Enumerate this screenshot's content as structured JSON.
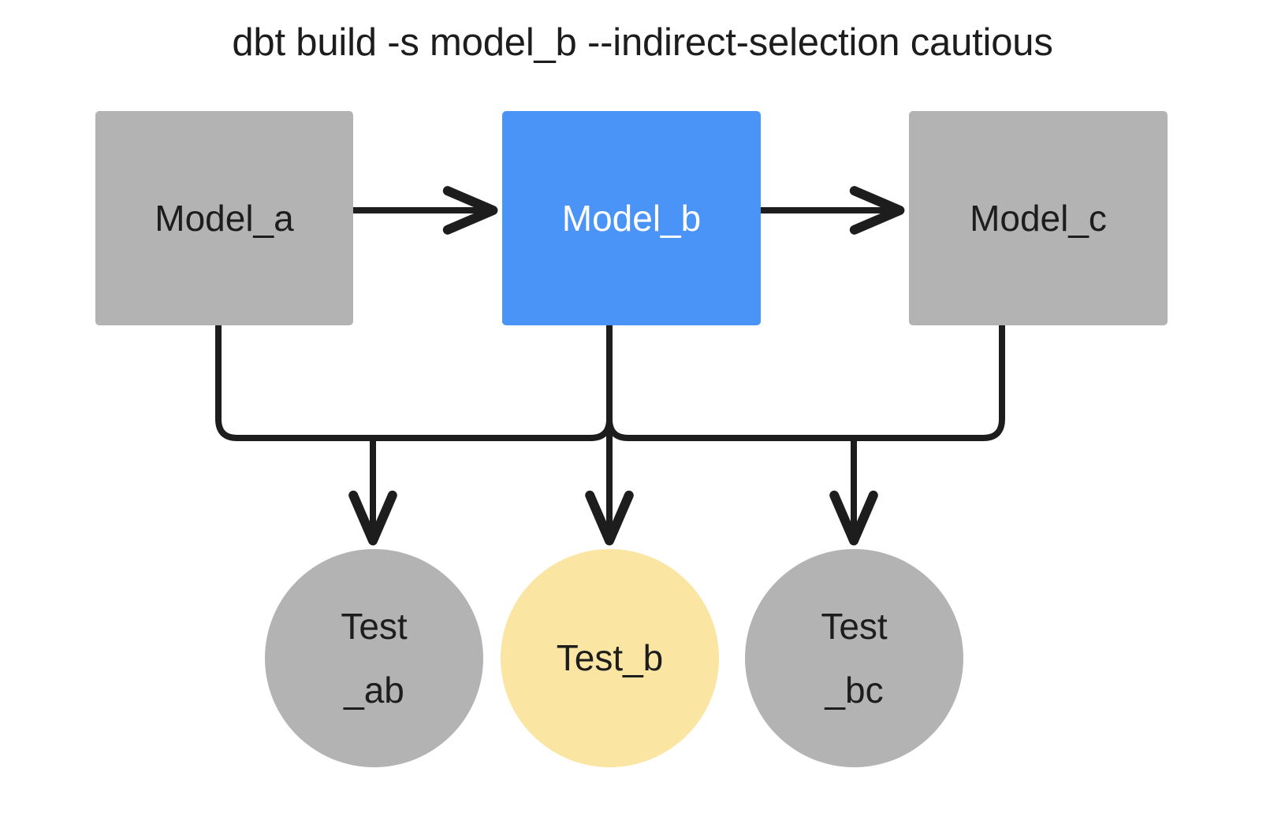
{
  "title": "dbt build -s model_b --indirect-selection cautious",
  "colors": {
    "background": "#ffffff",
    "node_gray": "#b3b3b3",
    "node_selected_blue": "#4a94f8",
    "node_test_yellow": "#fae6a2",
    "edge_black": "#1d1d1d",
    "text_dark": "#1d1d1d",
    "text_light": "#ffffff"
  },
  "models": [
    {
      "id": "model_a",
      "label": "Model_a",
      "shape": "rect",
      "fill": "#b3b3b3",
      "text_color": "#1d1d1d",
      "selected": false
    },
    {
      "id": "model_b",
      "label": "Model_b",
      "shape": "rect",
      "fill": "#4a94f8",
      "text_color": "#ffffff",
      "selected": true
    },
    {
      "id": "model_c",
      "label": "Model_c",
      "shape": "rect",
      "fill": "#b3b3b3",
      "text_color": "#1d1d1d",
      "selected": false
    }
  ],
  "tests": [
    {
      "id": "test_ab",
      "label_line1": "Test",
      "label_line2": "_ab",
      "shape": "circle",
      "fill": "#b3b3b3",
      "text_color": "#1d1d1d",
      "selected": false
    },
    {
      "id": "test_b",
      "label_line1": "Test_b",
      "label_line2": "",
      "shape": "circle",
      "fill": "#fae6a2",
      "text_color": "#1d1d1d",
      "selected": true
    },
    {
      "id": "test_bc",
      "label_line1": "Test",
      "label_line2": "_bc",
      "shape": "circle",
      "fill": "#b3b3b3",
      "text_color": "#1d1d1d",
      "selected": false
    }
  ],
  "edges": [
    {
      "id": "edge-model-a-to-model-b",
      "from": "model_a",
      "to": "model_b",
      "style": "straight-horizontal-arrow"
    },
    {
      "id": "edge-model-b-to-model-c",
      "from": "model_b",
      "to": "model_c",
      "style": "straight-horizontal-arrow"
    },
    {
      "id": "edge-model-a-to-test-ab",
      "from": "model_a",
      "to": "test_ab",
      "style": "elbow-down-arrow"
    },
    {
      "id": "edge-model-b-to-test-ab",
      "from": "model_b",
      "to": "test_ab",
      "style": "elbow-down-arrow"
    },
    {
      "id": "edge-model-b-to-test-b",
      "from": "model_b",
      "to": "test_b",
      "style": "straight-down-arrow"
    },
    {
      "id": "edge-model-b-to-test-bc",
      "from": "model_b",
      "to": "test_bc",
      "style": "elbow-down-arrow"
    },
    {
      "id": "edge-model-c-to-test-bc",
      "from": "model_c",
      "to": "test_bc",
      "style": "elbow-down-arrow"
    }
  ]
}
